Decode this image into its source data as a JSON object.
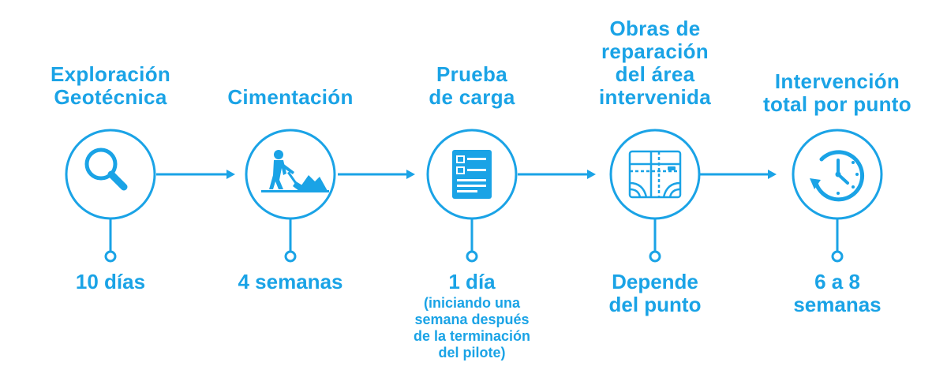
{
  "colors": {
    "accent": "#1aa3e6",
    "background": "#ffffff"
  },
  "steps": [
    {
      "title": "Exploración\nGeotécnica",
      "icon": "magnifier-icon",
      "duration": "10 días",
      "note": ""
    },
    {
      "title": "Cimentación",
      "icon": "worker-shoveling-icon",
      "duration": "4 semanas",
      "note": ""
    },
    {
      "title": "Prueba\nde carga",
      "icon": "checklist-document-icon",
      "duration": "1 día",
      "note": "(iniciando una\nsemana después\nde la terminación\ndel pilote)"
    },
    {
      "title": "Obras de\nreparación\ndel área\nintervenida",
      "icon": "road-intersection-icon",
      "duration": "Depende\ndel punto",
      "note": ""
    },
    {
      "title": "Intervención\ntotal por punto",
      "icon": "clock-icon",
      "duration": "6 a 8\nsemanas",
      "note": ""
    }
  ]
}
